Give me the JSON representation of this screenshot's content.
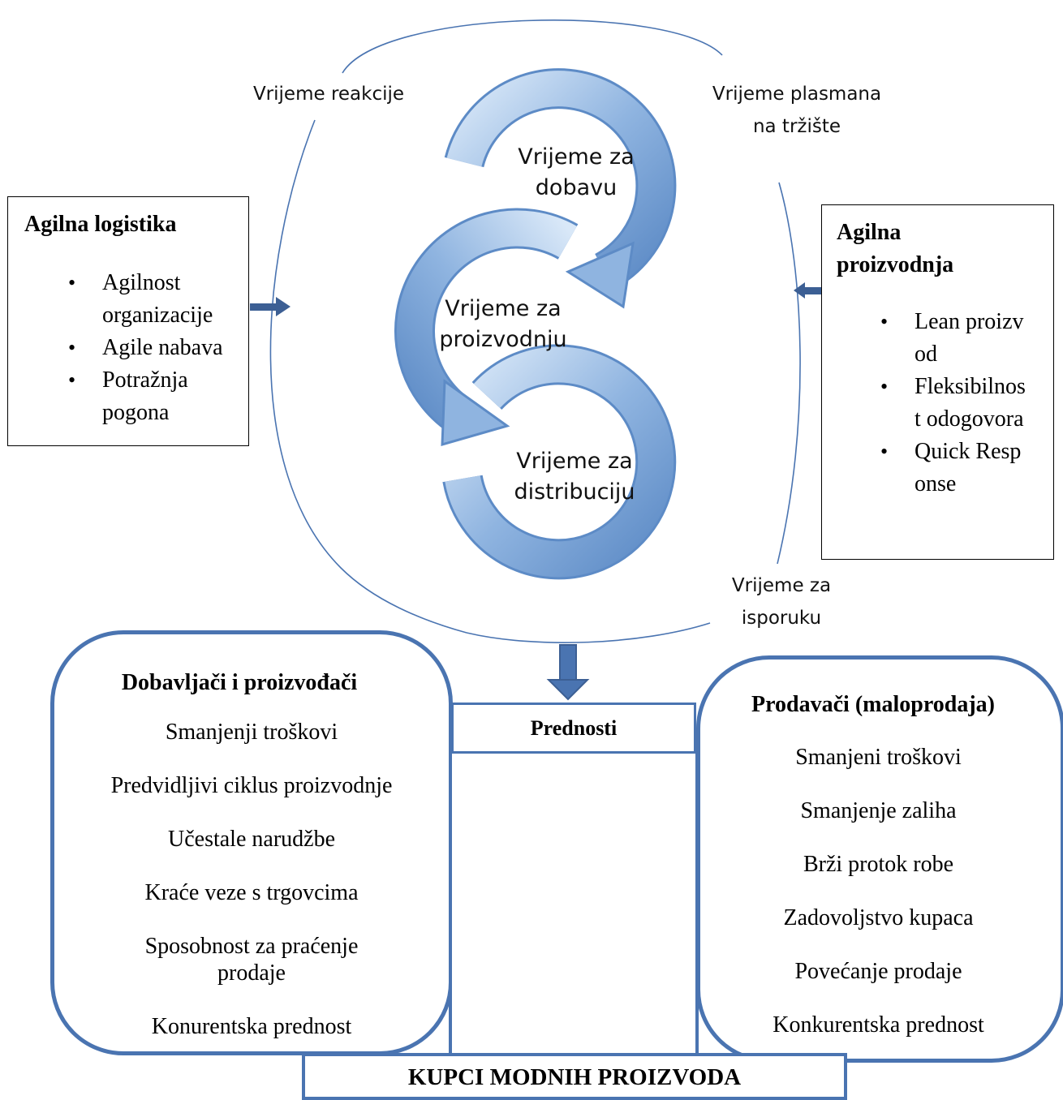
{
  "cycle_labels": {
    "reaction": "Vrijeme reakcije",
    "market": "Vrijeme plasmana na tržište",
    "delivery": "Vrijeme za isporuku"
  },
  "cycle_steps": {
    "supply": "Vrijeme za dobavu",
    "production": "Vrijeme za proizvodnju",
    "distribution": "Vrijeme za distribuciju"
  },
  "left_box": {
    "title": "Agilna logistika",
    "items": [
      "Agilnost organizacije",
      "Agile nabava",
      "Potražnja pogona"
    ]
  },
  "right_box": {
    "title": "Agilna proizvodnja",
    "items": [
      "Lean proizvod",
      "Fleksibilnost odogovora",
      "Quick Response"
    ]
  },
  "suppliers": {
    "title": "Dobavljači i proizvođači",
    "items": [
      "Smanjenji troškovi",
      "Predvidljivi ciklus proizvodnje",
      "Učestale narudžbe",
      "Kraće veze s trgovcima",
      "Sposobnost za praćenje prodaje",
      "Konurentska prednost"
    ]
  },
  "retailers": {
    "title": "Prodavači (maloprodaja)",
    "items": [
      "Smanjeni troškovi",
      "Smanjenje zaliha",
      "Brži protok robe",
      "Zadovoljstvo kupaca",
      "Povećanje prodaje",
      "Konkurentska prednost"
    ]
  },
  "center_label": "Prednosti",
  "bottom_label": "KUPCI MODNIH PROIZVODA",
  "colors": {
    "accent": "#4a74b1",
    "arrow": "#3c5f94",
    "loop_light": "#c7dbf2",
    "loop_dark": "#6f9bd1"
  }
}
